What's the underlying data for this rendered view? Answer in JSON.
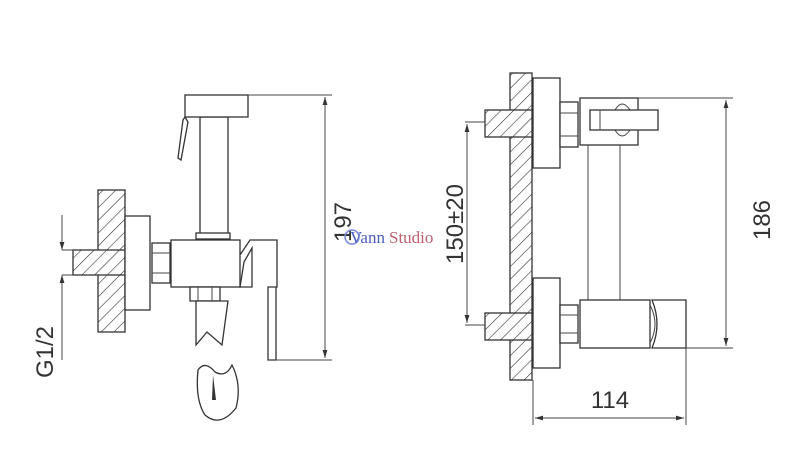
{
  "diagram": {
    "left_view": {
      "dim_height": "197",
      "dim_thread": "G1/2"
    },
    "right_view": {
      "dim_height": "186",
      "dim_spacing": "150±20",
      "dim_depth": "114"
    },
    "watermark": {
      "text_part1": "Vann",
      "text_part2": "Studio",
      "color1": "#4a5fc0",
      "color2": "#c06070"
    }
  }
}
